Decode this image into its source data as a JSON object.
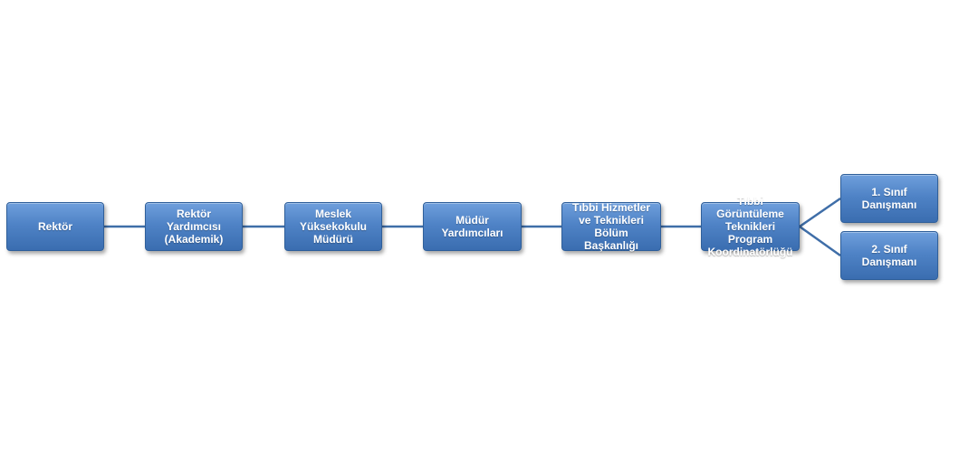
{
  "nodes": [
    {
      "id": "rektor",
      "label": "Rektör"
    },
    {
      "id": "rektor-yardimcisi",
      "label": "Rektör Yardımcısı (Akademik)"
    },
    {
      "id": "meslek-yuksekokulu-muduru",
      "label": "Meslek Yüksekokulu Müdürü"
    },
    {
      "id": "mudur-yardimcilari",
      "label": "Müdür Yardımcıları"
    },
    {
      "id": "bolum-baskanligi",
      "label": "Tıbbi Hizmetler ve Teknikleri Bölüm Başkanlığı"
    },
    {
      "id": "program-koordinatorlugu",
      "label": "Tıbbi Görüntüleme Teknikleri Program Koordinatörlüğü"
    },
    {
      "id": "sinif-danismani-1",
      "label": "1. Sınıf Danışmanı"
    },
    {
      "id": "sinif-danismani-2",
      "label": "2. Sınıf Danışmanı"
    }
  ],
  "colors": {
    "box_fill": "#4f83c6",
    "box_border": "#2f5f9a",
    "connector": "#3f6ea8",
    "text": "#ffffff"
  }
}
